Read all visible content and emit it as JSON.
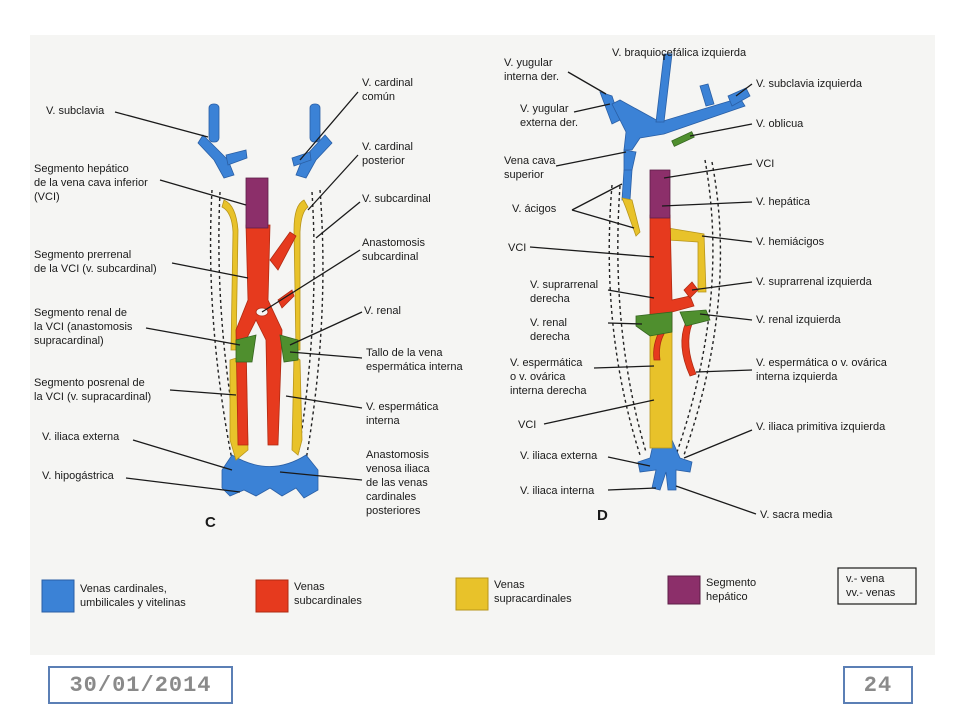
{
  "panels": {
    "c": "C",
    "d": "D"
  },
  "colors": {
    "cardinal": "#3b82d6",
    "subcardinal": "#e63a1e",
    "supracardinal": "#e8c22a",
    "hepatic": "#8c2f6a",
    "anastomosis": "#4f8f2e"
  },
  "labels_c": {
    "subclavia": "V. subclavia",
    "seg_hepatico_1": "Segmento hepático",
    "seg_hepatico_2": "de la vena cava inferior",
    "seg_hepatico_3": "(VCI)",
    "seg_prerrenal_1": "Segmento prerrenal",
    "seg_prerrenal_2": "de la VCI (v. subcardinal)",
    "seg_renal_1": "Segmento renal de",
    "seg_renal_2": "la VCI (anastomosis",
    "seg_renal_3": "supracardinal)",
    "seg_posrenal_1": "Segmento posrenal de",
    "seg_posrenal_2": "la VCI (v. supracardinal)",
    "iliaca_externa": "V. iliaca externa",
    "hipogastrica": "V. hipogástrica",
    "cardinal_comun_1": "V. cardinal",
    "cardinal_comun_2": "común",
    "cardinal_post_1": "V. cardinal",
    "cardinal_post_2": "posterior",
    "subcardinal": "V. subcardinal",
    "anast_subcard_1": "Anastomosis",
    "anast_subcard_2": "subcardinal",
    "renal": "V. renal",
    "tallo_1": "Tallo de la vena",
    "tallo_2": "espermática interna",
    "espermatica_1": "V. espermática",
    "espermatica_2": "interna",
    "anast_venosa_1": "Anastomosis",
    "anast_venosa_2": "venosa iliaca",
    "anast_venosa_3": "de las venas",
    "anast_venosa_4": "cardinales",
    "anast_venosa_5": "posteriores"
  },
  "labels_d": {
    "yugular_int_1": "V. yugular",
    "yugular_int_2": "interna der.",
    "yugular_ext_1": "V. yugular",
    "yugular_ext_2": "externa der.",
    "cava_sup_1": "Vena cava",
    "cava_sup_2": "superior",
    "acigos": "V. ácigos",
    "vci_1": "VCI",
    "suprarrenal_der_1": "V. suprarrenal",
    "suprarrenal_der_2": "derecha",
    "renal_der_1": "V. renal",
    "renal_der_2": "derecha",
    "esperm_der_1": "V. espermática",
    "esperm_der_2": "o v. ovárica",
    "esperm_der_3": "interna derecha",
    "vci_2": "VCI",
    "iliaca_ext": "V. iliaca externa",
    "iliaca_int": "V. iliaca interna",
    "braquiocefalica": "V. braquiocefálica izquierda",
    "subclavia_izq": "V. subclavia izquierda",
    "oblicua": "V. oblicua",
    "vci_r": "VCI",
    "hepatica": "V. hepática",
    "hemiacigos": "V. hemiácigos",
    "suprarrenal_izq": "V. suprarrenal izquierda",
    "renal_izq": "V. renal izquierda",
    "esperm_izq_1": "V. espermática o v. ovárica",
    "esperm_izq_2": "interna izquierda",
    "iliaca_prim_izq": "V. iliaca primitiva izquierda",
    "sacra_media": "V. sacra media"
  },
  "legend": {
    "cardinal_1": "Venas cardinales,",
    "cardinal_2": "umbilicales y vitelinas",
    "subcardinal_1": "Venas",
    "subcardinal_2": "subcardinales",
    "supracardinal_1": "Venas",
    "supracardinal_2": "supracardinales",
    "hepatic_1": "Segmento",
    "hepatic_2": "hepático",
    "abbr_1": "v.- vena",
    "abbr_2": "vv.- venas"
  },
  "footer": {
    "date": "30/01/2014",
    "page": "24"
  }
}
